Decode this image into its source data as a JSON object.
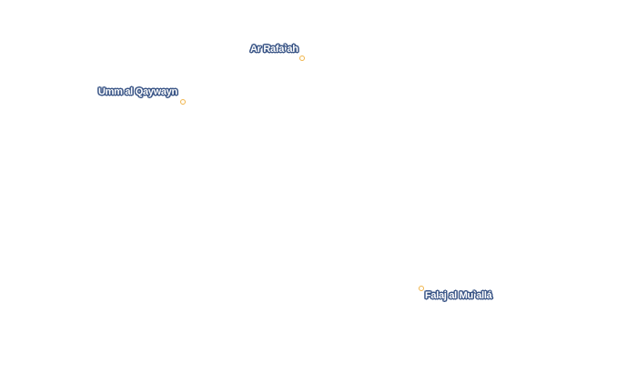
{
  "map": {
    "places": [
      {
        "id": "ar-rafaah",
        "name": "Ar Rafa`ah"
      },
      {
        "id": "umm-al-qaywayn",
        "name": "Umm al Qaywayn"
      },
      {
        "id": "falaj-al-mualla",
        "name": "Falaj al Mu`allá"
      }
    ]
  },
  "colors": {
    "label_halo": "#3b5687",
    "label_text": "#ffffff",
    "marker": "#f0b44c",
    "background": "#ffffff"
  }
}
